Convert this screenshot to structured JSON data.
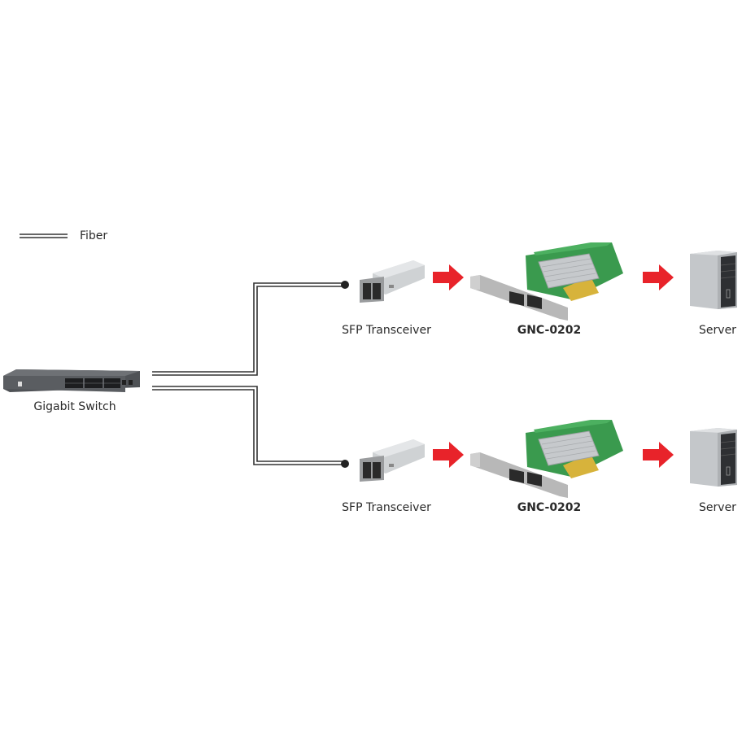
{
  "legend": {
    "line_label": "Fiber",
    "line_icon": "double-line-fiber-icon"
  },
  "switch": {
    "label": "Gigabit Switch",
    "icon": "network-switch-icon"
  },
  "rows": [
    {
      "transceiver_label": "SFP Transceiver",
      "nic_label": "GNC-0202",
      "server_label": "Server",
      "arrow_color": "#e8232a"
    },
    {
      "transceiver_label": "SFP Transceiver",
      "nic_label": "GNC-0202",
      "server_label": "Server",
      "arrow_color": "#e8232a"
    }
  ],
  "colors": {
    "arrow": "#e8232a",
    "wire": "#333333",
    "pcb": "#3a9a4e",
    "heatsink": "#c8cacc",
    "bracket": "#b8b8b8",
    "switch_body": "#55585c",
    "server_body": "#c4c7ca"
  }
}
